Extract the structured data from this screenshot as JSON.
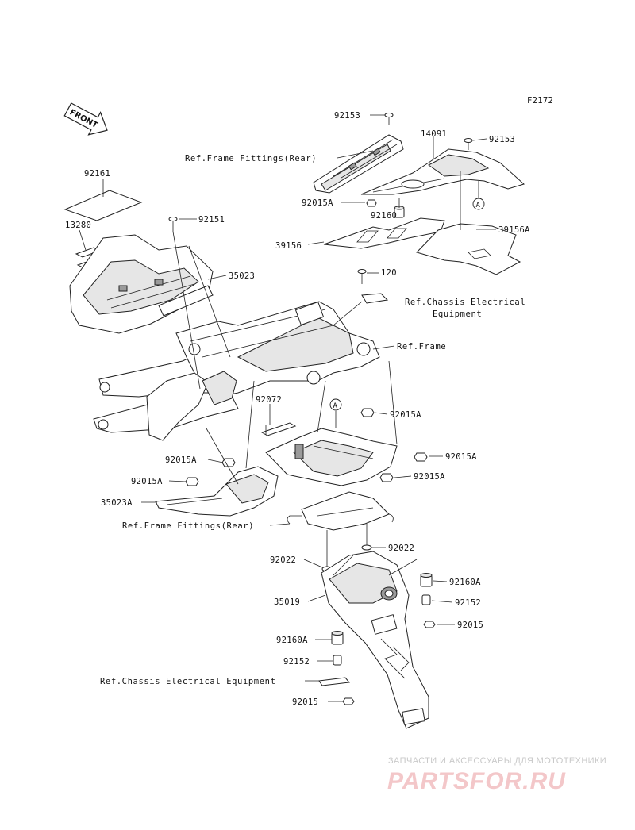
{
  "figure_code": "F2172",
  "front_arrow": "FRONT",
  "parts": {
    "p92153_top": "92153",
    "p92153_right": "92153",
    "p14091": "14091",
    "p92015A_a": "92015A",
    "p92160": "92160",
    "p39156": "39156",
    "p39156A": "39156A",
    "p92161": "92161",
    "p13280": "13280",
    "p92151": "92151",
    "p35023": "35023",
    "p120": "120",
    "p92072": "92072",
    "p92015A_b": "92015A",
    "p92015A_c": "92015A",
    "p92015A_d": "92015A",
    "p92015A_e": "92015A",
    "p92015A_f": "92015A",
    "p35023A": "35023A",
    "p92022_left": "92022",
    "p92022_right": "92022",
    "p35019": "35019",
    "p92160A_right": "92160A",
    "p92152_right": "92152",
    "p92015_right": "92015",
    "p92160A_left": "92160A",
    "p92152_left": "92152",
    "p92015_left": "92015"
  },
  "references": {
    "frame_fittings_rear_top": "Ref.Frame Fittings(Rear)",
    "chassis_electrical_1": "Ref.Chassis Electrical",
    "chassis_electrical_2": "Equipment",
    "frame": "Ref.Frame",
    "frame_fittings_rear_mid": "Ref.Frame Fittings(Rear)",
    "chassis_electrical_bottom": "Ref.Chassis Electrical Equipment"
  },
  "markers": {
    "a_top": "A",
    "a_mid": "A"
  },
  "watermark": {
    "tagline": "ЗАПЧАСТИ И АКСЕССУАРЫ ДЛЯ МОТОТЕХНИКИ",
    "brand": "PARTSFOR.RU"
  }
}
